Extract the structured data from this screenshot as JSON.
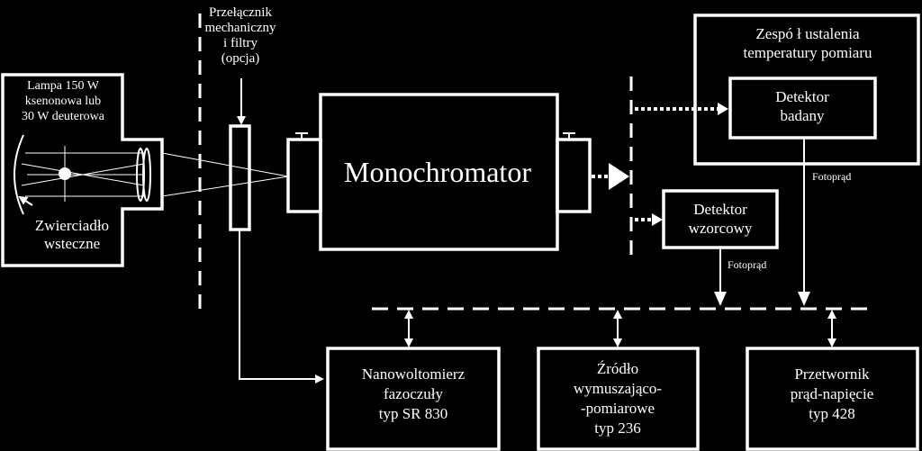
{
  "colors": {
    "background": "#000000",
    "foreground": "#ffffff"
  },
  "lamp": {
    "label": [
      "Lampa 150 W",
      "ksenonowa lub",
      "30 W deuterowa"
    ],
    "mirror_label": [
      "Zwierciadło",
      "wsteczne"
    ]
  },
  "chopper": {
    "label": [
      "Przełącznik",
      "mechaniczny",
      "i filtry",
      "(opcja)"
    ]
  },
  "monochromator": {
    "label": "Monochromator"
  },
  "temperature_unit": {
    "label": [
      "Zespó ł ustalenia",
      "temperatury pomiaru"
    ]
  },
  "detector_test": {
    "label": [
      "Detektor",
      "badany"
    ],
    "current_label": "Fotoprąd"
  },
  "detector_ref": {
    "label": [
      "Detektor",
      "wzorcowy"
    ],
    "current_label": "Fotoprąd"
  },
  "lockin": {
    "label": [
      "Nanowoltomierz",
      "fazoczuły",
      "typ SR 830"
    ]
  },
  "source": {
    "label": [
      "Źródło",
      "wymuszająco-",
      "-pomiarowe",
      "typ 236"
    ]
  },
  "converter": {
    "label": [
      "Przetwornik",
      "prąd-napięcie",
      "typ 428"
    ]
  }
}
